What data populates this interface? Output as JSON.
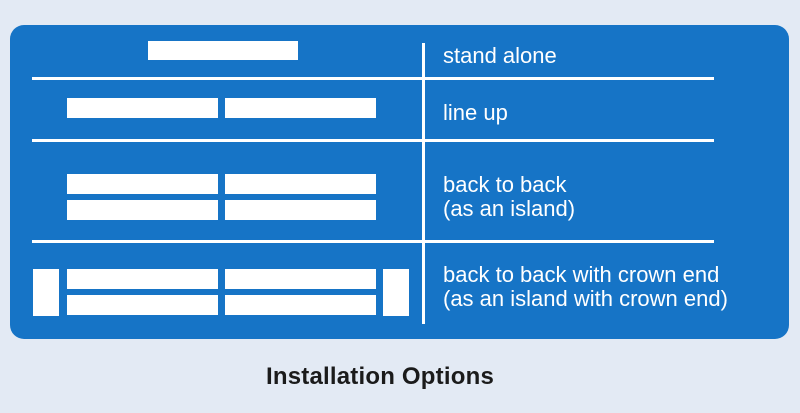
{
  "caption": "Installation Options",
  "colors": {
    "background": "#e3eaf4",
    "panel": "#1674c6",
    "foreground": "#ffffff",
    "caption_text": "#1b1b1b"
  },
  "options": [
    {
      "label_lines": [
        "stand alone"
      ]
    },
    {
      "label_lines": [
        "line up"
      ]
    },
    {
      "label_lines": [
        "back to back",
        "(as an island)"
      ]
    },
    {
      "label_lines": [
        "back to back with crown end",
        "(as an island with crown end)"
      ]
    }
  ]
}
